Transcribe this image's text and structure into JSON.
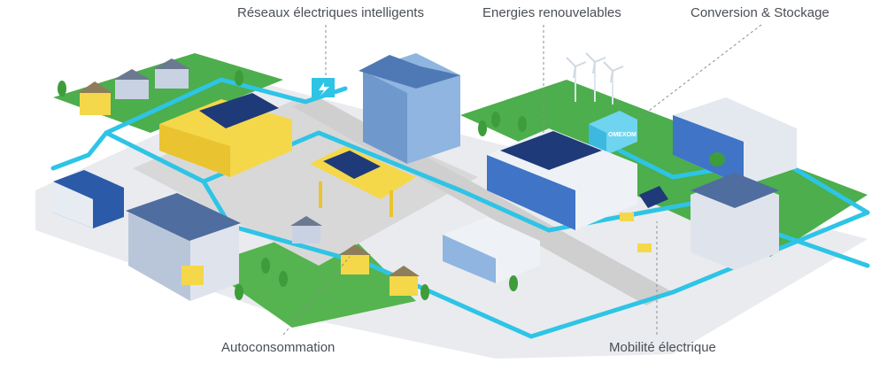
{
  "labels": {
    "smart_grids": "Réseaux électriques intelligents",
    "renewables": "Energies renouvelables",
    "conversion_storage": "Conversion & Stockage",
    "self_consumption": "Autoconsommation",
    "e_mobility": "Mobilité électrique"
  },
  "storage_brand": "OMEXOM",
  "colors": {
    "grid_line": "#2ec4e6",
    "grass": "#4cae4c",
    "road": "#d8d8d8",
    "solar": "#1f3a78",
    "yellow_building": "#f4d84a",
    "blue_building": "#8fb5e0",
    "label_text": "#4a4f55"
  }
}
